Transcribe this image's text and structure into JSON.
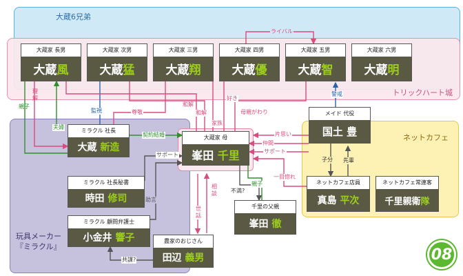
{
  "regions": {
    "brothers": "大蔵6兄弟",
    "trick_heart": "トリックハート城",
    "net_cafe": "ネットカフェ",
    "toy_maker": "玩具メーカー\n『ミラクル』"
  },
  "nodes": {
    "n1": {
      "role": "大蔵家 長男",
      "surname": "大蔵",
      "given": "風"
    },
    "n2": {
      "role": "大蔵家 次男",
      "surname": "大蔵",
      "given": "猛"
    },
    "n3": {
      "role": "大蔵家 三男",
      "surname": "大蔵",
      "given": "翔"
    },
    "n4": {
      "role": "大蔵家 四男",
      "surname": "大蔵",
      "given": "優"
    },
    "n5": {
      "role": "大蔵家 五男",
      "surname": "大蔵",
      "given": "智"
    },
    "n6": {
      "role": "大蔵家 六男",
      "surname": "大蔵",
      "given": "明"
    },
    "mother": {
      "role": "大蔵家 母",
      "surname": "峯田",
      "given": "千里"
    },
    "president": {
      "role": "ミラクル 社長",
      "surname": "大蔵",
      "given": "新造"
    },
    "secretary": {
      "role": "ミラクル 社長秘書",
      "surname": "時田",
      "given": "修司"
    },
    "lawyer": {
      "role": "ミラクル 顧問弁護士",
      "surname": "小金井",
      "given": "響子"
    },
    "farmer": {
      "role": "農家のおじさん",
      "surname": "田辺",
      "given": "義男"
    },
    "father": {
      "role": "千里の父親",
      "surname": "峯田",
      "given": "徹"
    },
    "maid": {
      "role": "メイド 代役",
      "surname": "国土",
      "given": "豊"
    },
    "manager": {
      "role": "ネットカフェ店員",
      "surname": "真島",
      "given": "平次"
    },
    "regular": {
      "role": "ネットカフェ常連客",
      "surname": "千里親衛",
      "given": "隊"
    }
  },
  "relations": {
    "rival": "ライバル",
    "understanding": "理解",
    "parent_child_1": "親子",
    "couple": "夫婦",
    "watch": "監視",
    "respect": "尊敬",
    "reconcile_1": "和解",
    "reconcile_2": "和解",
    "like": "好き",
    "family": "家族",
    "mother_substitute": "母親がわり",
    "guard": "警戒",
    "contract_marriage": "契約結婚",
    "unrequited": "片思い",
    "companion": "仲間",
    "support_1": "サポート",
    "support_2": "サポート",
    "advice": "助言",
    "consult": "相談",
    "care": "世話",
    "dissatisfied": "不満?",
    "parent_child_2": "親子",
    "love_at_first_sight": "一目惚れ",
    "member": "子分",
    "senior": "先輩",
    "conspiracy": "共謀?"
  },
  "colors": {
    "brothers_bg": "#cfe9f7",
    "brothers_border": "#5ab2db",
    "trick_bg": "#fbe8ee",
    "trick_border": "#e58aa8",
    "netcafe_bg": "#fdf1b4",
    "netcafe_border": "#e6c84a",
    "toy_bg": "#c6c2dd",
    "toy_border": "#8a84b8",
    "name_bg": "#5a5a44",
    "given_highlight": "#9ccd1c",
    "line_pink": "#d94c7b",
    "line_green": "#2f8f2f",
    "line_blue": "#2a62a8",
    "line_gray": "#555555"
  },
  "badge": "08"
}
